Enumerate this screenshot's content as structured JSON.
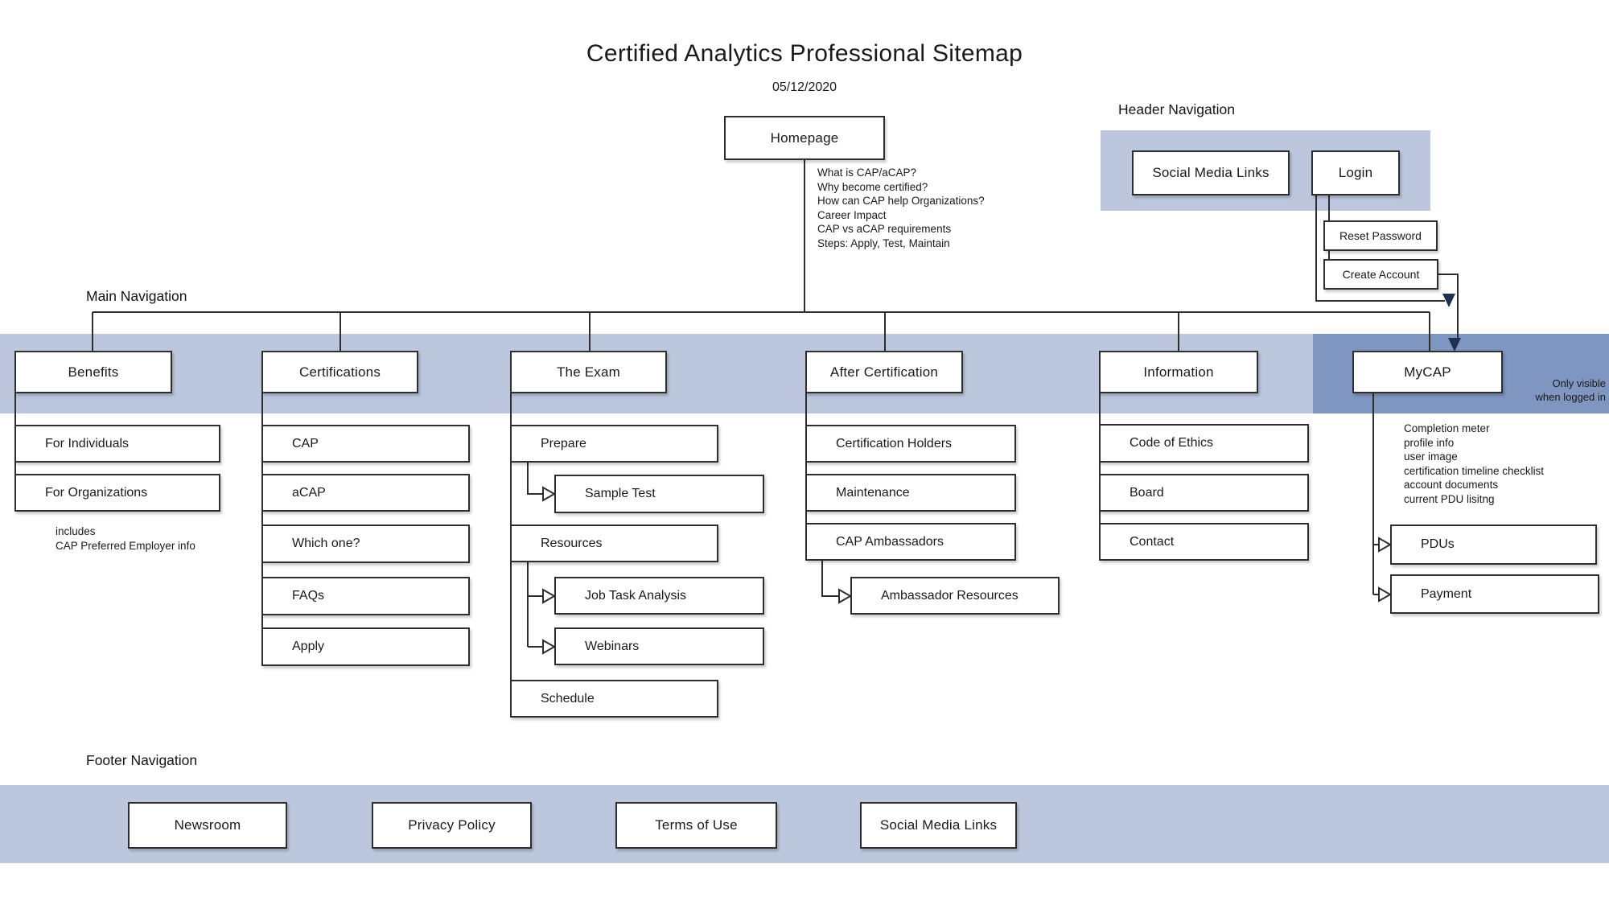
{
  "title": "Certified Analytics Professional Sitemap",
  "date": "05/12/2020",
  "colors": {
    "band_light": "#bcc7de",
    "band_dark": "#7f96c1",
    "arrow": "#1d3153"
  },
  "homepage": {
    "label": "Homepage",
    "notes": [
      "What is CAP/aCAP?",
      "Why become certified?",
      "How can CAP help Organizations?",
      "Career Impact",
      "CAP vs aCAP requirements",
      "Steps: Apply, Test, Maintain"
    ]
  },
  "header_nav": {
    "label": "Header Navigation",
    "social": "Social Media Links",
    "login": "Login",
    "reset": "Reset Password",
    "create": "Create Account"
  },
  "main_nav": {
    "label": "Main Navigation",
    "columns": [
      {
        "label": "Benefits",
        "children": [
          "For Individuals",
          "For Organizations"
        ],
        "note": [
          "includes",
          "CAP Preferred Employer info"
        ]
      },
      {
        "label": "Certifications",
        "children": [
          "CAP",
          "aCAP",
          "Which one?",
          "FAQs",
          "Apply"
        ]
      },
      {
        "label": "The Exam",
        "children": [
          "Prepare",
          "Sample Test",
          "Resources",
          "Job Task Analysis",
          "Webinars",
          "Schedule"
        ]
      },
      {
        "label": "After Certification",
        "children": [
          "Certification Holders",
          "Maintenance",
          "CAP Ambassadors",
          "Ambassador Resources"
        ]
      },
      {
        "label": "Information",
        "children": [
          "Code of Ethics",
          "Board",
          "Contact"
        ]
      },
      {
        "label": "MyCAP",
        "visibility_note": [
          "Only visible",
          "when logged in"
        ],
        "details": [
          "Completion meter",
          "profile info",
          "user image",
          "certification timeline checklist",
          "account documents",
          "current PDU lisitng"
        ],
        "children": [
          "PDUs",
          "Payment"
        ]
      }
    ]
  },
  "footer_nav": {
    "label": "Footer Navigation",
    "items": [
      "Newsroom",
      "Privacy Policy",
      "Terms of Use",
      "Social Media Links"
    ]
  }
}
